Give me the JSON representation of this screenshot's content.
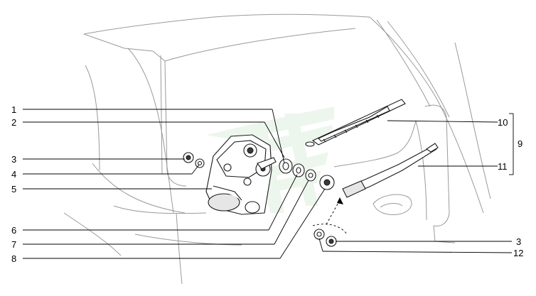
{
  "callouts": {
    "c1": "1",
    "c2": "2",
    "c3_left": "3",
    "c4": "4",
    "c5": "5",
    "c6": "6",
    "c7": "7",
    "c8": "8",
    "c10": "10",
    "c9": "9",
    "c11": "11",
    "c3_right": "3",
    "c12": "12"
  }
}
